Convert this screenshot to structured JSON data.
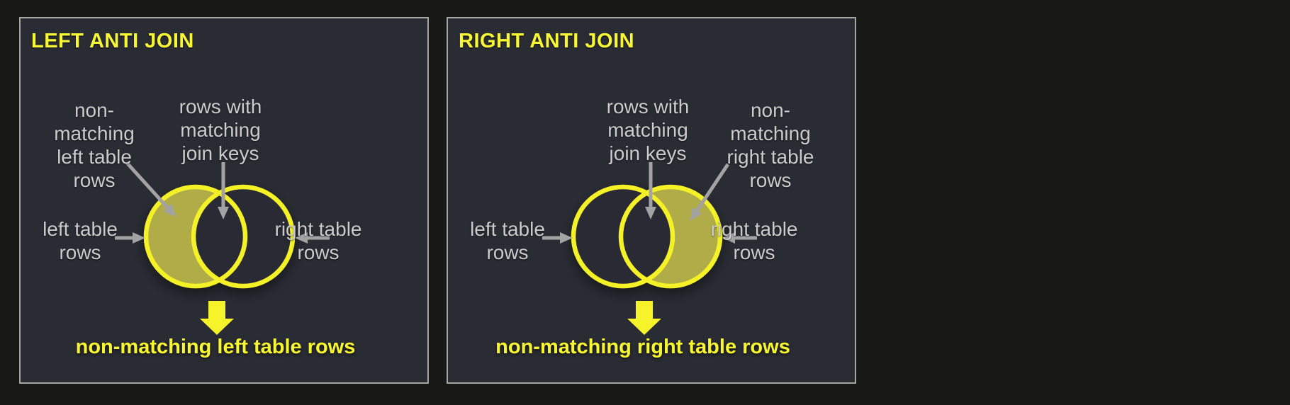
{
  "colors": {
    "page_bg": "#171716",
    "panel_bg": "#2a2c34",
    "panel_border": "#a6a6a1",
    "title_yellow": "#f8f733",
    "result_yellow": "#f8f72f",
    "accent_yellow": "#f7f32b",
    "label_gray": "#cbcbcb",
    "arrow_gray": "#a3a3a3",
    "circle_stroke": "#f4f127",
    "crescent_fill": "#b0ac47"
  },
  "panels": [
    {
      "title": "LEFT ANTI JOIN",
      "non_matching_label": "non-\nmatching\nleft table\nrows",
      "matching_label": "rows with\nmatching\njoin keys",
      "left_circle_label": "left table\nrows",
      "right_circle_label": "right table\nrows",
      "result_label": "non-matching left table rows",
      "highlighted_region": "left-crescent"
    },
    {
      "title": "RIGHT ANTI JOIN",
      "non_matching_label": "non-\nmatching\nright table\nrows",
      "matching_label": "rows with\nmatching\njoin keys",
      "left_circle_label": "left table\nrows",
      "right_circle_label": "right table\nrows",
      "result_label": "non-matching right table rows",
      "highlighted_region": "right-crescent"
    }
  ]
}
